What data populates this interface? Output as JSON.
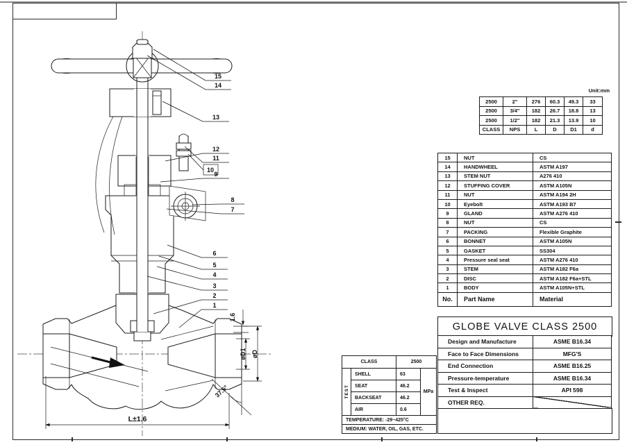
{
  "sheet": {
    "unit_label": "Unit:mm"
  },
  "dimension_table": {
    "rows": [
      {
        "class": "2500",
        "nps": "2\"",
        "l": "276",
        "d": "60.3",
        "d1": "49.3",
        "dd": "33"
      },
      {
        "class": "2500",
        "nps": "3/4\"",
        "l": "182",
        "d": "26.7",
        "d1": "18.8",
        "dd": "13"
      },
      {
        "class": "2500",
        "nps": "1/2\"",
        "l": "182",
        "d": "21.3",
        "d1": "13.9",
        "dd": "10"
      }
    ],
    "header": {
      "class": "CLASS",
      "nps": "NPS",
      "l": "L",
      "d": "D",
      "d1": "D1",
      "dd": "d"
    }
  },
  "parts_table": {
    "rows": [
      {
        "no": "15",
        "name": "NUT",
        "material": "CS"
      },
      {
        "no": "14",
        "name": "HANDWHEEL",
        "material": "ASTM A197"
      },
      {
        "no": "13",
        "name": "STEM NUT",
        "material": "A276 410"
      },
      {
        "no": "12",
        "name": "STUFFING COVER",
        "material": "ASTM A105N"
      },
      {
        "no": "11",
        "name": "NUT",
        "material": "ASTM A194 2H"
      },
      {
        "no": "10",
        "name": "Eyebolt",
        "material": "ASTM A193 B7"
      },
      {
        "no": "9",
        "name": "GLAND",
        "material": "ASTM A276 410"
      },
      {
        "no": "8",
        "name": "NUT",
        "material": "CS"
      },
      {
        "no": "7",
        "name": "PACKING",
        "material": "Flexible Graphite"
      },
      {
        "no": "6",
        "name": "BONNET",
        "material": "ASTM A105N"
      },
      {
        "no": "5",
        "name": "GASKET",
        "material": "SS304"
      },
      {
        "no": "4",
        "name": "Pressure seal seat",
        "material": "ASTM A276 410"
      },
      {
        "no": "3",
        "name": "STEM",
        "material": "ASTM A182 F6a"
      },
      {
        "no": "2",
        "name": "DISC",
        "material": "ASTM A182 F6a+STL"
      },
      {
        "no": "1",
        "name": "BODY",
        "material": "ASTM A105N+STL"
      }
    ],
    "header": {
      "no": "No.",
      "name": "Part Name",
      "material": "Material"
    },
    "title": "GLOBE VALVE CLASS 2500"
  },
  "spec_table": {
    "rows": [
      {
        "label": "Design and Manufacture",
        "value": "ASME B16.34"
      },
      {
        "label": "Face to Face Dimensions",
        "value": "MFG'S"
      },
      {
        "label": "End Connection",
        "value": "ASME B16.25"
      },
      {
        "label": "Pressure-temperature",
        "value": "ASME B16.34"
      },
      {
        "label": "Test & Inspect",
        "value": "API 598"
      },
      {
        "label": "OTHER REQ.",
        "value": ""
      }
    ]
  },
  "test_table": {
    "class_label": "CLASS",
    "class_value": "2500",
    "test_label": "TEST",
    "rows": [
      {
        "label": "SHELL",
        "value": "63"
      },
      {
        "label": "SEAT",
        "value": "46.2"
      },
      {
        "label": "BACKSEAT",
        "value": "46.2"
      },
      {
        "label": "AIR",
        "value": "0.6"
      }
    ],
    "unit": "MPa",
    "temperature": "TEMPERATURE: -29~425°C",
    "medium": "MEDIUM: WATER, OIL, GAS, ETC."
  },
  "drawing": {
    "leaders": {
      "l1": "1",
      "l2": "2",
      "l3": "3",
      "l4": "4",
      "l5": "5",
      "l6": "6",
      "l7": "7",
      "l8": "8",
      "l9": "9",
      "l10": "10",
      "l11": "11",
      "l12": "12",
      "l13": "13",
      "l14": "14",
      "l15": "15"
    },
    "dims": {
      "length_tol": "L±1.6",
      "face_gap": "1.6",
      "dia_inner": "øD1",
      "dia_outer": "øD",
      "bevel_angle": "37.5°"
    }
  }
}
